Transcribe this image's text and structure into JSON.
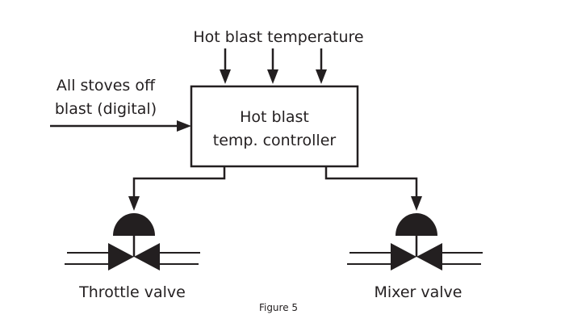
{
  "diagram": {
    "type": "control-block-diagram",
    "colors": {
      "ink": "#231f20",
      "background": "#ffffff"
    },
    "inputs": {
      "top_label": "Hot blast temperature",
      "top_arrow_count": 3,
      "left_label_line1": "All stoves off",
      "left_label_line2": "blast (digital)"
    },
    "controller": {
      "line1": "Hot blast",
      "line2": "temp. controller"
    },
    "outputs": [
      {
        "name": "throttle-valve",
        "label": "Throttle valve"
      },
      {
        "name": "mixer-valve",
        "label": "Mixer valve"
      }
    ],
    "caption": "Figure 5"
  }
}
